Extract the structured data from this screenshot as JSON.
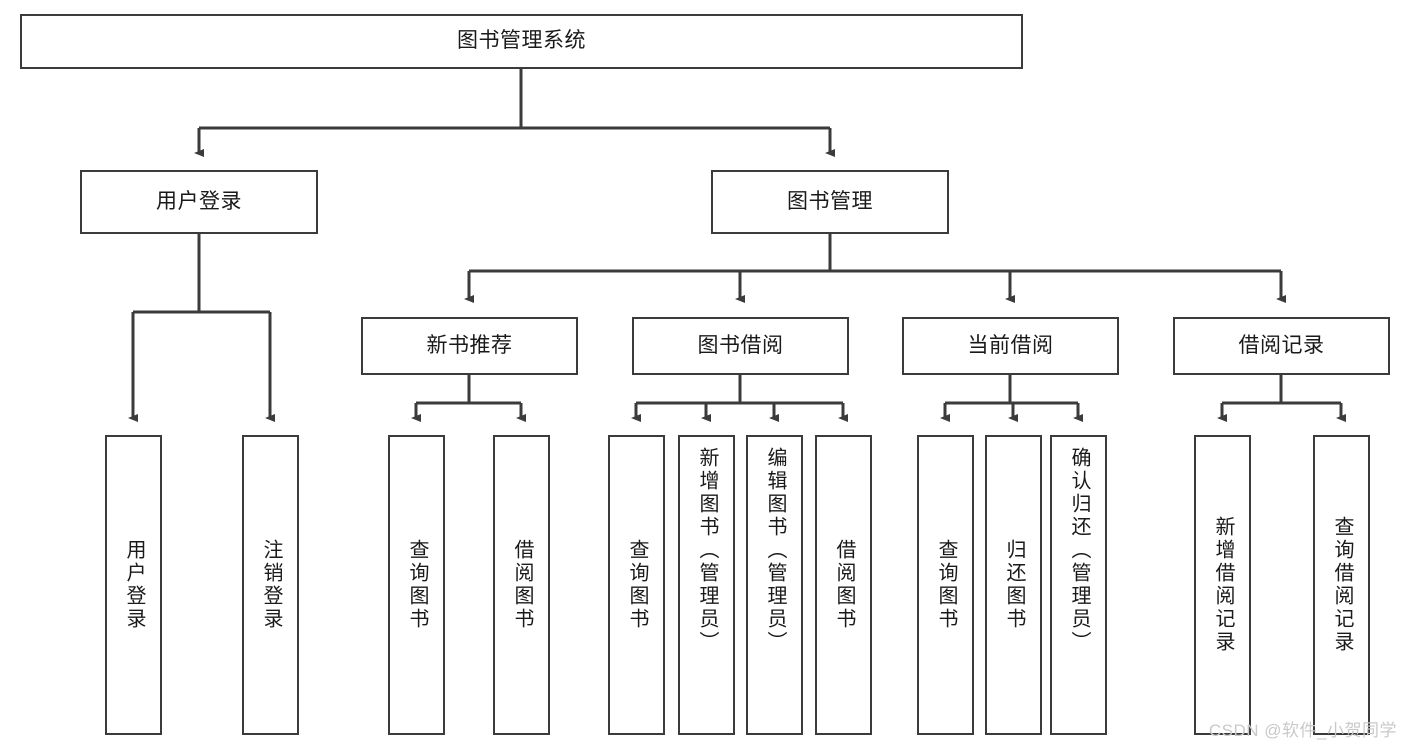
{
  "diagram": {
    "title": "图书管理系统",
    "type": "tree-hierarchy",
    "root": {
      "id": "root",
      "label": "图书管理系统"
    },
    "level2": [
      {
        "id": "user-login",
        "label": "用户登录"
      },
      {
        "id": "book-manage",
        "label": "图书管理"
      }
    ],
    "level3": [
      {
        "id": "new-book-rec",
        "label": "新书推荐",
        "parent": "book-manage"
      },
      {
        "id": "book-borrow",
        "label": "图书借阅",
        "parent": "book-manage"
      },
      {
        "id": "current-borrow",
        "label": "当前借阅",
        "parent": "book-manage"
      },
      {
        "id": "borrow-record",
        "label": "借阅记录",
        "parent": "book-manage"
      }
    ],
    "leaves": [
      {
        "id": "leaf-user-login",
        "label": "用户登录",
        "parent": "user-login"
      },
      {
        "id": "leaf-logout",
        "label": "注销登录",
        "parent": "user-login"
      },
      {
        "id": "leaf-query-book-1",
        "label": "查询图书",
        "parent": "new-book-rec"
      },
      {
        "id": "leaf-borrow-book-1",
        "label": "借阅图书",
        "parent": "new-book-rec"
      },
      {
        "id": "leaf-query-book-2",
        "label": "查询图书",
        "parent": "book-borrow"
      },
      {
        "id": "leaf-add-book",
        "label": "新增图书（管理员）",
        "parent": "book-borrow"
      },
      {
        "id": "leaf-edit-book",
        "label": "编辑图书（管理员）",
        "parent": "book-borrow"
      },
      {
        "id": "leaf-borrow-book-2",
        "label": "借阅图书",
        "parent": "book-borrow"
      },
      {
        "id": "leaf-query-book-3",
        "label": "查询图书",
        "parent": "current-borrow"
      },
      {
        "id": "leaf-return-book",
        "label": "归还图书",
        "parent": "current-borrow"
      },
      {
        "id": "leaf-confirm-return",
        "label": "确认归还（管理员）",
        "parent": "current-borrow"
      },
      {
        "id": "leaf-add-record",
        "label": "新增借阅记录",
        "parent": "borrow-record"
      },
      {
        "id": "leaf-query-record",
        "label": "查询借阅记录",
        "parent": "borrow-record"
      }
    ]
  },
  "watermark": {
    "text": "CSDN @软件_小贺同学"
  },
  "colors": {
    "stroke": "#3b3b3b",
    "background": "#ffffff",
    "text": "#1a1a1a",
    "watermark": "#c9c9c9"
  }
}
